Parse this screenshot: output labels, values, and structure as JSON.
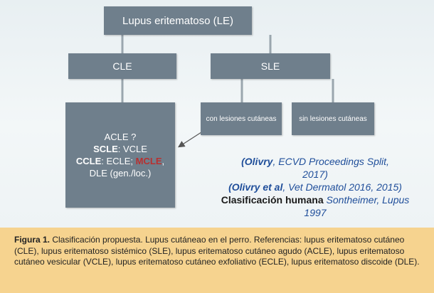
{
  "diagram": {
    "root": {
      "label": "Lupus eritematoso (LE)"
    },
    "cle": {
      "label": "CLE"
    },
    "sle": {
      "label": "SLE"
    },
    "sle_children": {
      "con": "con lesiones cutáneas",
      "sin": "sin lesiones cutáneas"
    },
    "cle_detail": {
      "acle": "ACLE ?",
      "scle_bold": "SCLE",
      "scle_rest": ": VCLE",
      "ccle_bold": "CCLE",
      "ccle_mid": ": ECLE; ",
      "mcle": "MCLE",
      "ccle_end": ",",
      "dle": "DLE (gen./loc.)"
    },
    "references": {
      "r1_author": "(Olivry",
      "r1_text": ", ECVD Proceedings Split,",
      "r1_year": "2017)",
      "r2_author": "(Olivry et al",
      "r2_text": ", Vet Dermatol 2016, 2015)",
      "r3_bold": "Clasificación humana",
      "r3_text": " Sontheimer, Lupus",
      "r3_year": "1997"
    }
  },
  "caption": {
    "label": "Figura 1.",
    "text": " Clasificación propuesta. Lupus cutáneao en el perro. Referencias: lupus eritematoso cutáneo (CLE), lupus eritematoso sistémico (SLE), lupus eritematoso cutáneo agudo (ACLE), lupus eritematoso cutáneo vesicular (VCLE), lupus eritematoso cutáneo exfoliativo (ECLE), lupus eritematoso discoide (DLE)."
  },
  "colors": {
    "box": "#6f7f8c",
    "caption_bg": "#f6d38f",
    "reference_blue": "#1f4e9a",
    "mcle_red": "#b83030"
  }
}
